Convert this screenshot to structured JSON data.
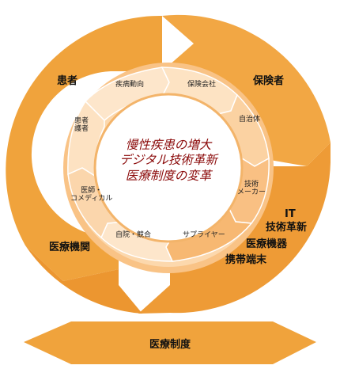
{
  "center": {
    "line1": "慢性疾患の増大",
    "line2": "デジタル技術革新",
    "line3": "医療制度の変革"
  },
  "outer_labels": {
    "patient": "患者",
    "insurer": "保険者",
    "medical_institution": "医療機関",
    "it": "IT",
    "tech_innovation": "技術革新",
    "medical_devices": "医療機器",
    "mobile_devices": "携帯端末"
  },
  "inner_segments": {
    "disease_trends": "疾病動向",
    "insurance_companies": "保険会社",
    "municipality": "自治体",
    "tech_makers_1": "技術",
    "tech_makers_2": "メーカー",
    "supplier": "サプライヤー",
    "self_hospital_competitors": "自院・競合",
    "doctor_comedical_1": "医師・",
    "doctor_comedical_2": "コメディカル",
    "patient_caregiver_1": "患者",
    "patient_caregiver_2": "護者"
  },
  "base": {
    "label": "医療制度"
  },
  "colors": {
    "outer_ring": "#f0a33c",
    "outer_ring_dark": "#e4892c",
    "inner_ring": "#fbd3a3",
    "inner_ring_light": "#fde6cb",
    "center_fill": "#ffffff",
    "center_text": "#8b0a0a",
    "base_fill": "#f0a33c"
  }
}
